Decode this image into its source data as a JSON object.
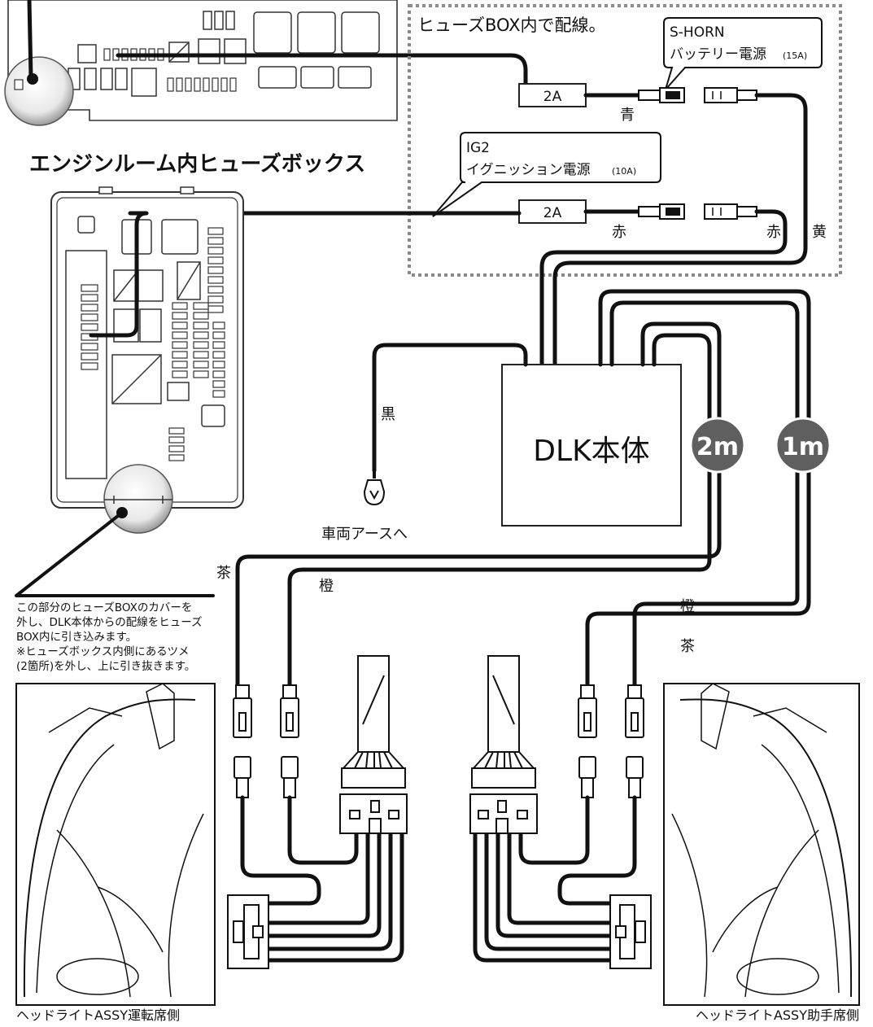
{
  "fuse_box_note": "ヒューズBOX内で配線。",
  "engine_fuse_box_title": "エンジンルーム内ヒューズボックス",
  "shorn_callout": {
    "line1": "S-HORN",
    "line2": "バッテリー電源",
    "rating": "(15A)"
  },
  "ig2_callout": {
    "line1": "IG2",
    "line2": "イグニッション電源",
    "rating": "(10A)"
  },
  "fuses": {
    "top": "2A",
    "bottom": "2A"
  },
  "wire_colors": {
    "blue": "青",
    "red_1": "赤",
    "red_2": "赤",
    "yellow": "黄",
    "black": "黒",
    "brown_left": "茶",
    "orange_left": "橙",
    "orange_right": "橙",
    "brown_right": "茶"
  },
  "main_unit_label": "DLK本体",
  "length_badges": {
    "first": "2m",
    "second": "1m"
  },
  "ground_label": "車両アースへ",
  "instruction": {
    "line1": "この部分のヒューズBOXのカバーを",
    "line2": "外し、DLK本体からの配線をヒューズ",
    "line3": "BOX内に引き込みます。",
    "line4": "※ヒューズボックス内側にあるツメ",
    "line5": "(2箇所)を外し、上に引き抜きます。"
  },
  "headlight_driver_label": "ヘッドライトASSY運転席側",
  "headlight_passenger_label": "ヘッドライトASSY助手席側",
  "colors": {
    "badge_fill": "#5f5f5f",
    "line": "#111111",
    "dotted_border": "#8a8a8a"
  }
}
